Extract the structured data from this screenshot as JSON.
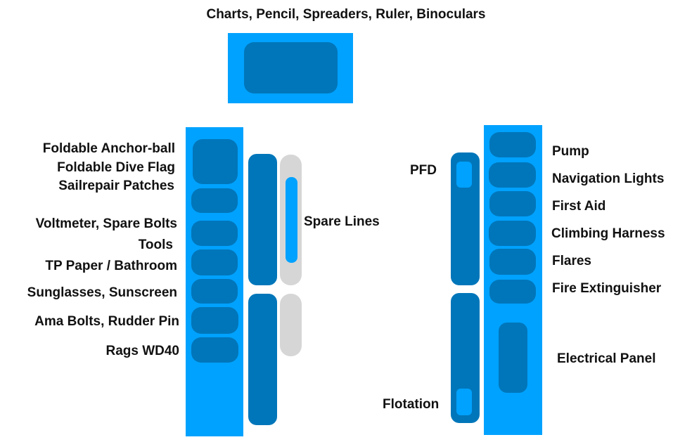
{
  "colors": {
    "compartment": "#00A2FF",
    "storage_block": "#0076BA",
    "line_bag": "#D6D6D6",
    "text": "#111111"
  },
  "top_compartment": {
    "label": "Charts, Pencil, Spreaders, Ruler, Binoculars"
  },
  "left_side": {
    "labels": [
      "Foldable Anchor-ball",
      "Foldable Dive Flag",
      "Sailrepair Patches",
      "Voltmeter, Spare Bolts",
      "Tools",
      "TP Paper / Bathroom",
      "Sunglasses, Sunscreen",
      "Ama Bolts, Rudder Pin",
      "Rags WD40"
    ],
    "spare_lines_label": "Spare Lines"
  },
  "right_side": {
    "labels": [
      "Pump",
      "Navigation Lights",
      "First Aid",
      "Climbing Harness",
      "Flares",
      "Fire Extinguisher"
    ],
    "electrical_label": "Electrical Panel",
    "pfd_label": "PFD",
    "flotation_label": "Flotation"
  }
}
